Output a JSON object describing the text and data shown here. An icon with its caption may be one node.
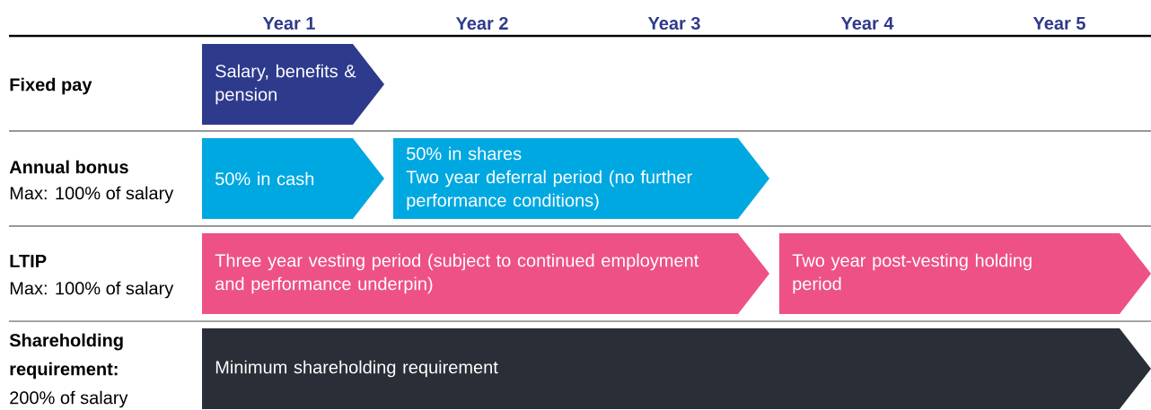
{
  "diagram": {
    "nodes": [
      {
        "text": [
          "Salary, benefits & pension"
        ]
      },
      {
        "text": [
          "50% in cash"
        ]
      },
      {
        "text": [
          "50% in shares",
          "Two year deferral period (no further performance conditions)"
        ]
      },
      {
        "text": [
          "Three year vesting period (subject to continued employment and performance underpin)"
        ]
      },
      {
        "text": [
          "Two year post-vesting holding period"
        ]
      },
      {
        "text": [
          "Minimum shareholding requirement"
        ]
      }
    ],
    "labels": [
      "Year 1",
      "Year 2",
      "Year 3",
      "Year 4",
      "Year 5",
      "Fixed pay",
      "Annual bonus",
      "Max: 100% of salary",
      "LTIP",
      "Max: 100% of salary",
      "Shareholding requirement:",
      "200% of salary"
    ]
  }
}
